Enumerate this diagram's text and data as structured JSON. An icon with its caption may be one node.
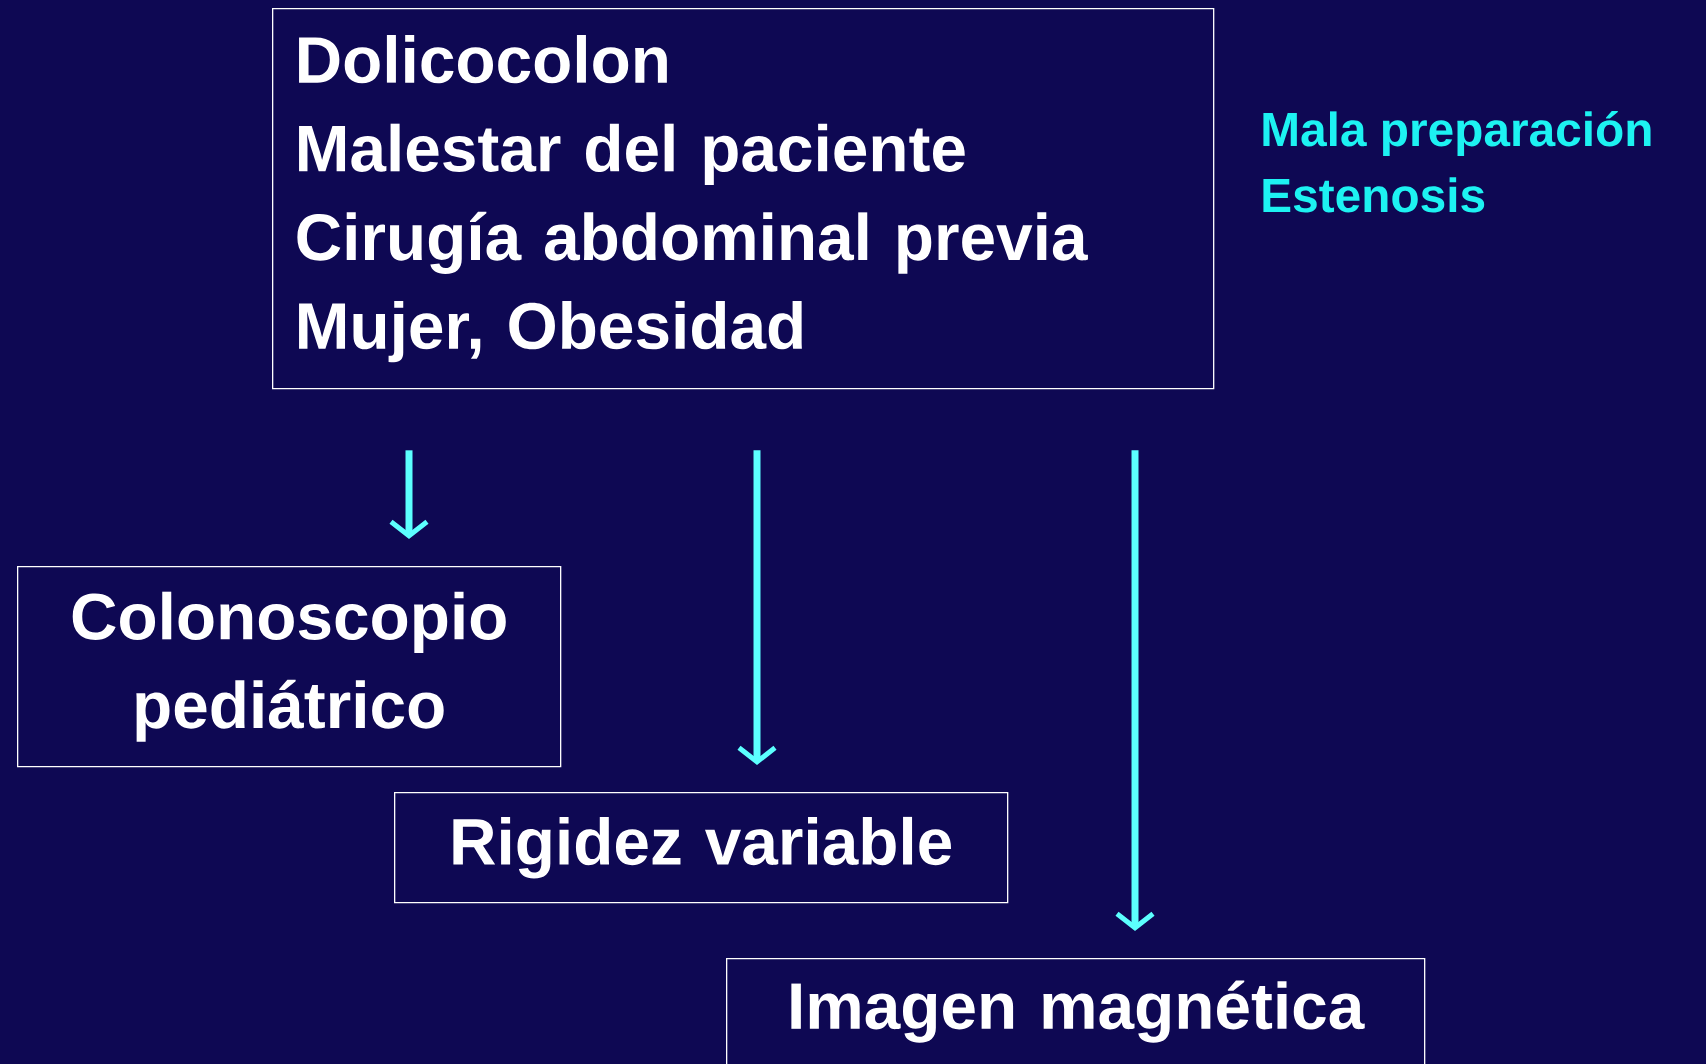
{
  "diagram": {
    "nodes": [
      {
        "text": [
          "Dolicocolon",
          "Malestar del paciente",
          "Cirugía abdominal previa",
          "Mujer, Obesidad"
        ]
      },
      {
        "text": [
          "Colonoscopio pediátrico"
        ]
      },
      {
        "text": [
          "Rigidez variable"
        ]
      },
      {
        "text": [
          "Imagen magnética"
        ]
      }
    ],
    "edges": [
      {
        "from": 0,
        "to": 1,
        "arrow": "to"
      },
      {
        "from": 0,
        "to": 2,
        "arrow": "to"
      },
      {
        "from": 0,
        "to": 3,
        "arrow": "to"
      }
    ],
    "labels": [
      "Mala preparación",
      "Estenosis"
    ]
  }
}
